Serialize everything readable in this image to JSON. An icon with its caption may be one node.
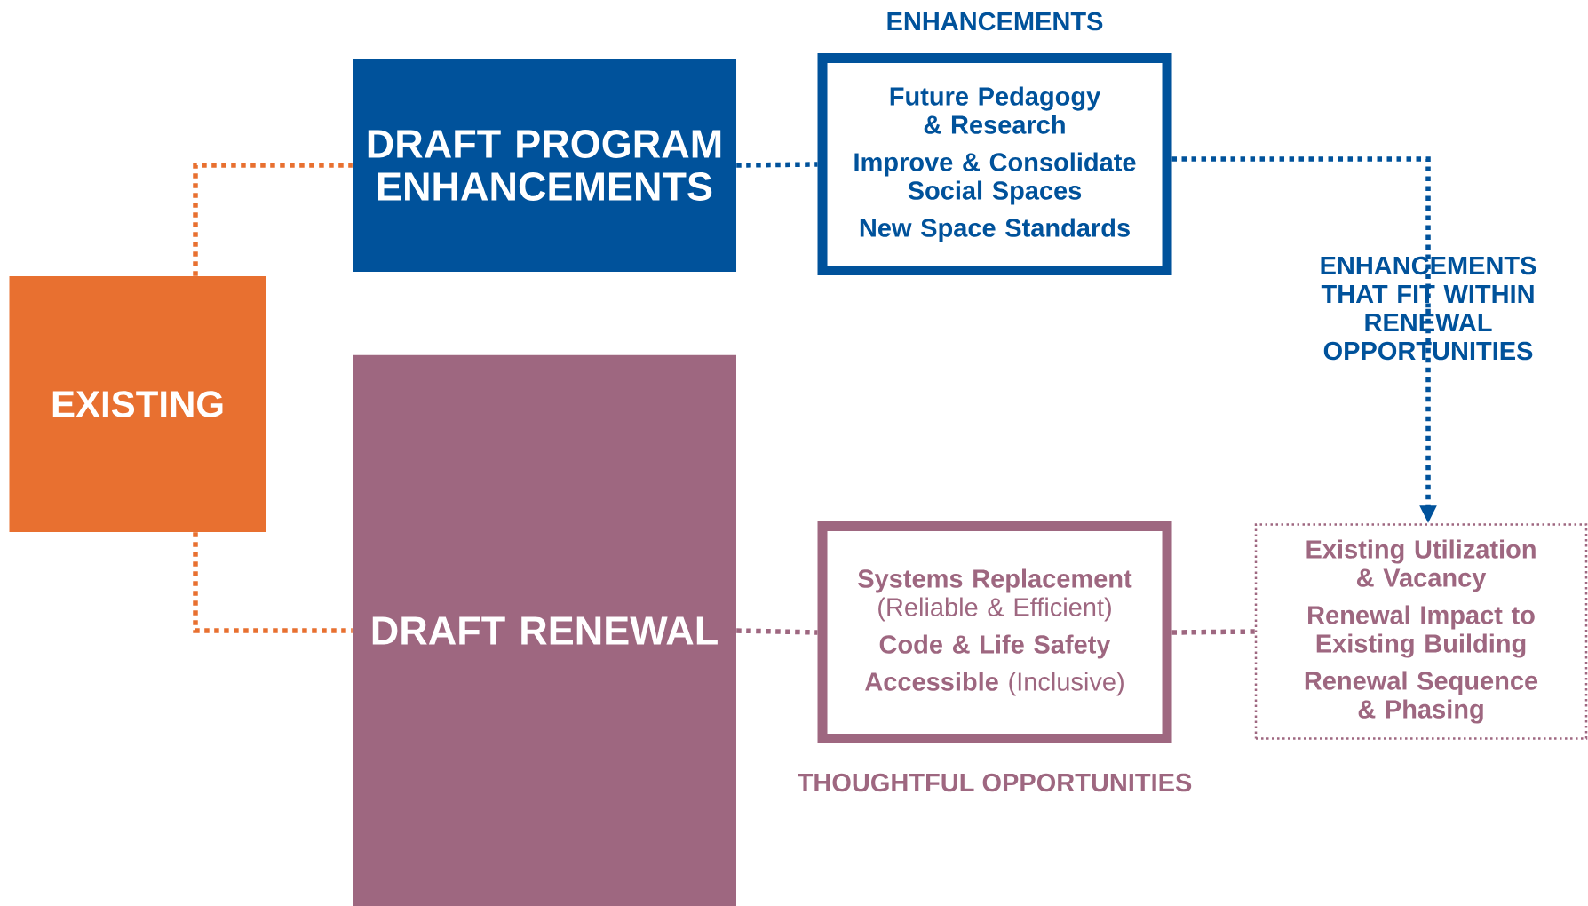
{
  "diagram": {
    "nodes": [
      {
        "text": [
          "EXISTING"
        ]
      },
      {
        "text": [
          "DRAFT PROGRAM ENHANCEMENTS"
        ]
      },
      {
        "text": [
          "ENHANCEMENTS",
          "Future Pedagogy & Research",
          "Improve & Consolidate Social Spaces",
          "New Space Standards"
        ]
      },
      {
        "text": [
          "ENHANCEMENTS THAT FIT WITHIN RENEWAL OPPORTUNITIES"
        ]
      },
      {
        "text": [
          "DRAFT RENEWAL"
        ]
      },
      {
        "text": [
          "**Systems Replacement** (Reliable & Efficient)",
          "**Code & Life Safety**",
          "**Accessible** (Inclusive)",
          "THOUGHTFUL OPPORTUNITIES"
        ]
      },
      {
        "text": [
          "Existing Utilization & Vacancy",
          "Renewal Impact to Existing Building",
          "Renewal Sequence & Phasing"
        ]
      }
    ],
    "edges": [
      {
        "from": 0,
        "to": 1,
        "arrow": "none",
        "color": "#e87030"
      },
      {
        "from": 0,
        "to": 4,
        "arrow": "none",
        "color": "#e87030"
      },
      {
        "from": 1,
        "to": 2,
        "arrow": "none",
        "color": "#00529b"
      },
      {
        "from": 2,
        "to": 3,
        "arrow": "none",
        "color": "#00529b"
      },
      {
        "from": 3,
        "to": 6,
        "arrow": "to",
        "color": "#00529b"
      },
      {
        "from": 4,
        "to": 5,
        "arrow": "none",
        "color": "#9e6780"
      },
      {
        "from": 5,
        "to": 6,
        "arrow": "none",
        "color": "#9e6780"
      }
    ]
  }
}
